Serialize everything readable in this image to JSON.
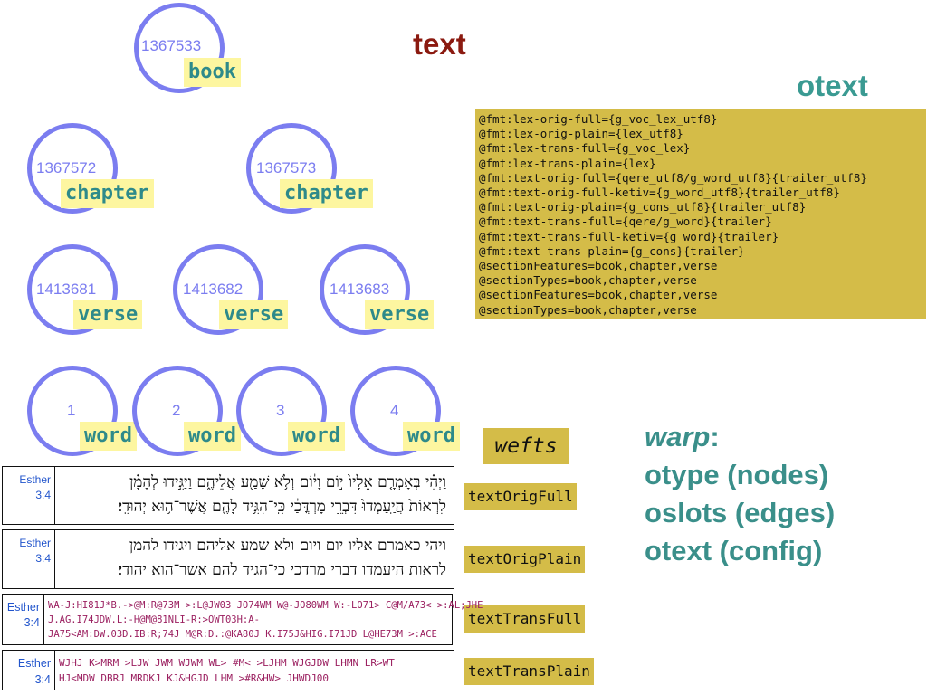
{
  "title_text": "text",
  "title_otext": "otext",
  "nodes": [
    {
      "id": "1367533",
      "type": "book"
    },
    {
      "id": "1367572",
      "type": "chapter"
    },
    {
      "id": "1367573",
      "type": "chapter"
    },
    {
      "id": "1413681",
      "type": "verse"
    },
    {
      "id": "1413682",
      "type": "verse"
    },
    {
      "id": "1413683",
      "type": "verse"
    },
    {
      "id": "1",
      "type": "word"
    },
    {
      "id": "2",
      "type": "word"
    },
    {
      "id": "3",
      "type": "word"
    },
    {
      "id": "4",
      "type": "word"
    }
  ],
  "config_lines": [
    "@fmt:lex-orig-full={g_voc_lex_utf8}",
    "@fmt:lex-orig-plain={lex_utf8}",
    "@fmt:lex-trans-full={g_voc_lex}",
    "@fmt:lex-trans-plain={lex}",
    "@fmt:text-orig-full={qere_utf8/g_word_utf8}{trailer_utf8}",
    "@fmt:text-orig-full-ketiv={g_word_utf8}{trailer_utf8}",
    "@fmt:text-orig-plain={g_cons_utf8}{trailer_utf8}",
    "@fmt:text-trans-full={qere/g_word}{trailer}",
    "@fmt:text-trans-full-ketiv={g_word}{trailer}",
    "@fmt:text-trans-plain={g_cons}{trailer}",
    "@sectionFeatures=book,chapter,verse",
    "@sectionTypes=book,chapter,verse",
    "@sectionFeatures=book,chapter,verse",
    "@sectionTypes=book,chapter,verse"
  ],
  "wefts_label": "wefts",
  "formats": [
    "textOrigFull",
    "textOrigPlain",
    "textTransFull",
    "textTransPlain"
  ],
  "warp": {
    "title": "warp",
    "colon": ":",
    "lines": [
      "otype (nodes)",
      "oslots (edges)",
      "otext (config)"
    ]
  },
  "panels": [
    {
      "book": "Esther",
      "ref": "3:4",
      "lines": [
        "וַיְהִ֗י בְּאָמְרָ֤ם אֵלָיו֙ י֣וֹם וָי֔וֹם וְלֹ֥א שָׁמַ֖ע אֲלֵיהֶ֑ם וַיַּגִּ֣ידוּ לְהָמָ֗ן",
        "לִרְאוֹת֙ הֲיַֽעַמְדוּ֙ דִּבְרֵ֣י מָרְדֳּכַ֔י כִּֽי־הִגִּ֥יד לָהֶ֖ם אֲשֶׁר־ה֥וּא יְהוּדִֽי׃"
      ]
    },
    {
      "book": "Esther",
      "ref": "3:4",
      "lines": [
        "ויהי כאמרם אליו יום ויום ולא שמע אליהם ויגידו להמן",
        "לראות היעמדו דברי מרדכי כי־הגיד להם אשר־הוא יהודי׃"
      ]
    },
    {
      "book": "Esther",
      "ref": "3:4",
      "lines": [
        "WA-J:HI81J*B.->@M:R@73M >:L@JW03 JO74WM W@-JO80WM W:-LO71> C@M/A73< >:AL;JHE",
        "J.AG.I74JDW.L:-H@M@81NLI-R:>OWT03H:A-",
        "JA75<AM:DW.03D.IB:R;74J M@R:D.:@KA80J K.I75J&HIG.I71JD L@HE73M >:ACE"
      ]
    },
    {
      "book": "Esther",
      "ref": "3:4",
      "lines": [
        "WJHJ K>MRM >LJW JWM WJWM WL> #M< >LJHM WJGJDW LHMN LR>WT",
        "HJ<MDW DBRJ MRDKJ KJ&HGJD LHM >#R&HW> JHWDJ00"
      ]
    }
  ]
}
